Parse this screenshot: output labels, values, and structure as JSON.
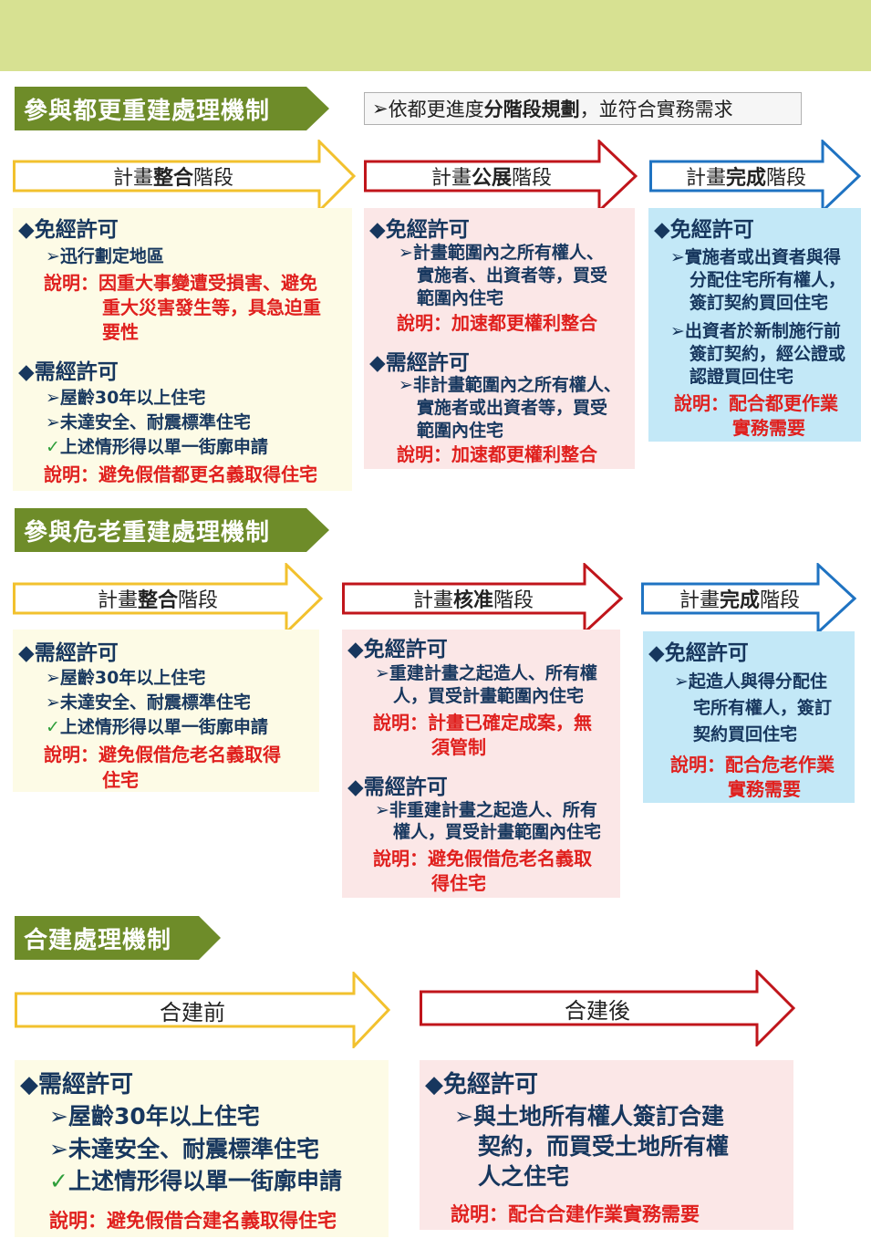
{
  "note": {
    "marker": "➢",
    "pre": "依都更進度",
    "bold": "分階段規劃",
    "post": "，並符合實務需求"
  },
  "section1": {
    "banner": "參與都更重建處理機制",
    "stages": [
      {
        "pre": "計畫",
        "bold": "整合",
        "post": "階段"
      },
      {
        "pre": "計畫",
        "bold": "公展",
        "post": "階段"
      },
      {
        "pre": "計畫",
        "bold": "完成",
        "post": "階段"
      }
    ],
    "box1": {
      "h1": "◆免經許可",
      "i1": "➢迅行劃定地區",
      "r1": [
        "說明：因重大事變遭受損害、避免",
        "重大災害發生等，具急迫重",
        "要性"
      ],
      "h2": "◆需經許可",
      "i2": "➢屋齡30年以上住宅",
      "i3": "➢未達安全、耐震標準住宅",
      "check": "✓",
      "i4": "上述情形得以單一街廓申請",
      "r2": "說明：避免假借都更名義取得住宅"
    },
    "box2": {
      "h1": "◆免經許可",
      "i1": [
        "➢計畫範圍內之所有權人、",
        "實施者、出資者等，買受",
        "範圍內住宅"
      ],
      "r1": "說明：加速都更權利整合",
      "h2": "◆需經許可",
      "i2": [
        "➢非計畫範圍內之所有權人、",
        "實施者或出資者等，買受",
        "範圍內住宅"
      ],
      "r2": "說明：加速都更權利整合"
    },
    "box3": {
      "h1": "◆免經許可",
      "i1": [
        "➢實施者或出資者與得",
        "分配住宅所有權人，",
        "簽訂契約買回住宅"
      ],
      "i2": [
        "➢出資者於新制施行前",
        "簽訂契約，經公證或",
        "認證買回住宅"
      ],
      "r1": [
        "說明：配合都更作業",
        "實務需要"
      ]
    }
  },
  "section2": {
    "banner": "參與危老重建處理機制",
    "stages": [
      {
        "pre": "計畫",
        "bold": "整合",
        "post": "階段"
      },
      {
        "pre": "計畫",
        "bold": "核准",
        "post": "階段"
      },
      {
        "pre": "計畫",
        "bold": "完成",
        "post": "階段"
      }
    ],
    "box1": {
      "h1": "◆需經許可",
      "i1": "➢屋齡30年以上住宅",
      "i2": "➢未達安全、耐震標準住宅",
      "check": "✓",
      "i3": "上述情形得以單一街廓申請",
      "r1": [
        "說明：避免假借危老名義取得",
        "住宅"
      ]
    },
    "box2": {
      "h1": "◆免經許可",
      "i1": [
        "➢重建計畫之起造人、所有權",
        "人，買受計畫範圍內住宅"
      ],
      "r1": [
        "說明：計畫已確定成案，無",
        "須管制"
      ],
      "h2": "◆需經許可",
      "i2": [
        "➢非重建計畫之起造人、所有",
        "權人，買受計畫範圍內住宅"
      ],
      "r2": [
        "說明：避免假借危老名義取",
        "得住宅"
      ]
    },
    "box3": {
      "h1": "◆免經許可",
      "i1": [
        "➢起造人與得分配住",
        "宅所有權人，簽訂",
        "契約買回住宅"
      ],
      "r1": [
        "說明：配合危老作業",
        "實務需要"
      ]
    }
  },
  "section3": {
    "banner": "合建處理機制",
    "stages": [
      "合建前",
      "合建後"
    ],
    "box1": {
      "h1": "◆需經許可",
      "i1": "➢屋齡30年以上住宅",
      "i2": "➢未達安全、耐震標準住宅",
      "check": "✓",
      "i3": "上述情形得以單一街廓申請",
      "r1": "說明：避免假借合建名義取得住宅"
    },
    "box2": {
      "h1": "◆免經許可",
      "i1": [
        "➢與土地所有權人簽訂合建",
        "契約，而買受土地所有權",
        "人之住宅"
      ],
      "r1": "說明：配合合建作業實務需要"
    }
  },
  "colors": {
    "banner_green": "#6e8c29",
    "arrow_yellow": "#f2c12e",
    "arrow_red": "#c0151b",
    "arrow_blue": "#1f73c2",
    "top_bar": "#d7e192"
  }
}
